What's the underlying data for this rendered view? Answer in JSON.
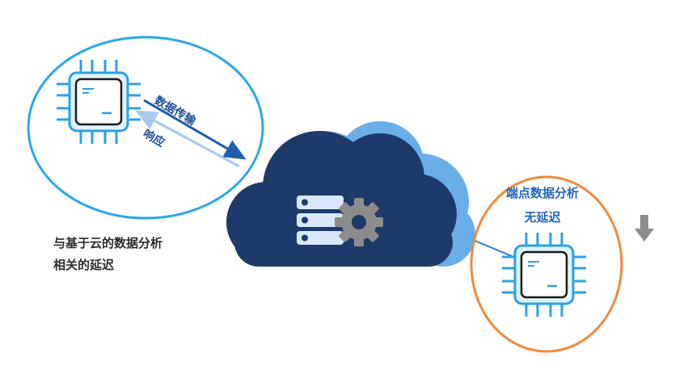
{
  "labels": {
    "send_arrow": "数据传输",
    "response_arrow": "响应",
    "cloud_latency_line1": "与基于云的数据分析",
    "cloud_latency_line2": "相关的延迟",
    "edge_line1": "端点数据分析",
    "edge_line2": "无延迟"
  },
  "colors": {
    "cloud_ring": "#29a8e8",
    "edge_ring": "#f08a3c",
    "cloud_dark": "#1d3a6b",
    "cloud_light": "#6aaee8",
    "chip": "#2ba0e6",
    "send_arrow": "#1f5fad",
    "response_arrow": "#a9c8ec",
    "edge_text": "#1f66b8",
    "gray_arrow": "#8c8c8c"
  },
  "icons": [
    "cpu-chip-icon",
    "server-stack-icon",
    "gear-icon",
    "down-arrow-icon"
  ]
}
